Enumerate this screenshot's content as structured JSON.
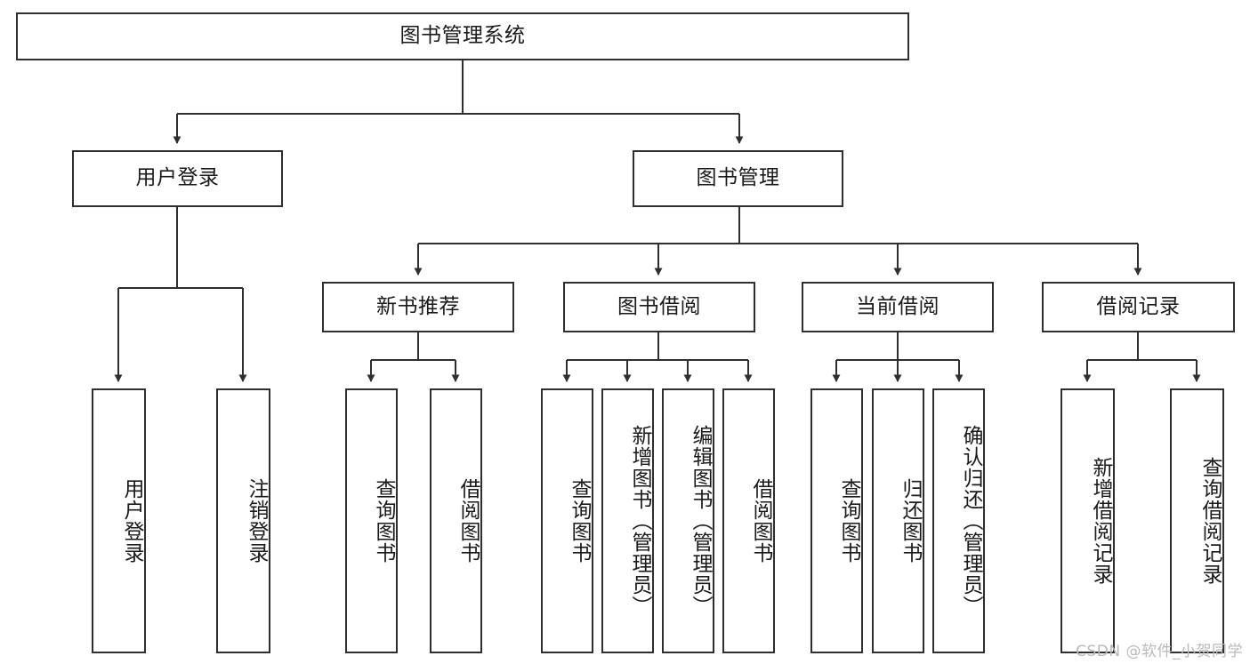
{
  "diagram": {
    "title": "图书管理系统",
    "type": "hierarchy-tree",
    "watermark": "CSDN @软件_小贺同学",
    "colors": {
      "box_border": "#2f2f2f",
      "box_fill": "#ffffff",
      "connector": "#2f2f2f",
      "text": "#1a1a1a",
      "watermark": "#b9b9b9",
      "background": "#ffffff"
    },
    "levels": [
      {
        "level": 1,
        "nodes": [
          {
            "id": "root",
            "label": "图书管理系统",
            "orientation": "horizontal"
          }
        ]
      },
      {
        "level": 2,
        "nodes": [
          {
            "id": "user-login",
            "label": "用户登录",
            "orientation": "horizontal",
            "parent": "root"
          },
          {
            "id": "book-manage",
            "label": "图书管理",
            "orientation": "horizontal",
            "parent": "root"
          }
        ]
      },
      {
        "level": 3,
        "nodes": [
          {
            "id": "new-book-rec",
            "label": "新书推荐",
            "orientation": "horizontal",
            "parent": "book-manage"
          },
          {
            "id": "book-borrow",
            "label": "图书借阅",
            "orientation": "horizontal",
            "parent": "book-manage"
          },
          {
            "id": "current-borrow",
            "label": "当前借阅",
            "orientation": "horizontal",
            "parent": "book-manage"
          },
          {
            "id": "borrow-record",
            "label": "借阅记录",
            "orientation": "horizontal",
            "parent": "book-manage"
          }
        ]
      },
      {
        "level": 4,
        "nodes": [
          {
            "id": "leaf-user-login",
            "label": "用户登录",
            "orientation": "vertical",
            "parent": "user-login"
          },
          {
            "id": "leaf-logout",
            "label": "注销登录",
            "orientation": "vertical",
            "parent": "user-login"
          },
          {
            "id": "leaf-query-book-1",
            "label": "查询图书",
            "orientation": "vertical",
            "parent": "new-book-rec"
          },
          {
            "id": "leaf-borrow-book-1",
            "label": "借阅图书",
            "orientation": "vertical",
            "parent": "new-book-rec"
          },
          {
            "id": "leaf-query-book-2",
            "label": "查询图书",
            "orientation": "vertical",
            "parent": "book-borrow"
          },
          {
            "id": "leaf-add-book",
            "label": "新增图书（管理员）",
            "orientation": "vertical",
            "parent": "book-borrow"
          },
          {
            "id": "leaf-edit-book",
            "label": "编辑图书（管理员）",
            "orientation": "vertical",
            "parent": "book-borrow"
          },
          {
            "id": "leaf-borrow-book-2",
            "label": "借阅图书",
            "orientation": "vertical",
            "parent": "book-borrow"
          },
          {
            "id": "leaf-query-book-3",
            "label": "查询图书",
            "orientation": "vertical",
            "parent": "current-borrow"
          },
          {
            "id": "leaf-return-book",
            "label": "归还图书",
            "orientation": "vertical",
            "parent": "current-borrow"
          },
          {
            "id": "leaf-confirm-return",
            "label": "确认归还（管理员）",
            "orientation": "vertical",
            "parent": "current-borrow"
          },
          {
            "id": "leaf-add-record",
            "label": "新增借阅记录",
            "orientation": "vertical",
            "parent": "borrow-record"
          },
          {
            "id": "leaf-query-record",
            "label": "查询借阅记录",
            "orientation": "vertical",
            "parent": "borrow-record"
          }
        ]
      }
    ]
  }
}
